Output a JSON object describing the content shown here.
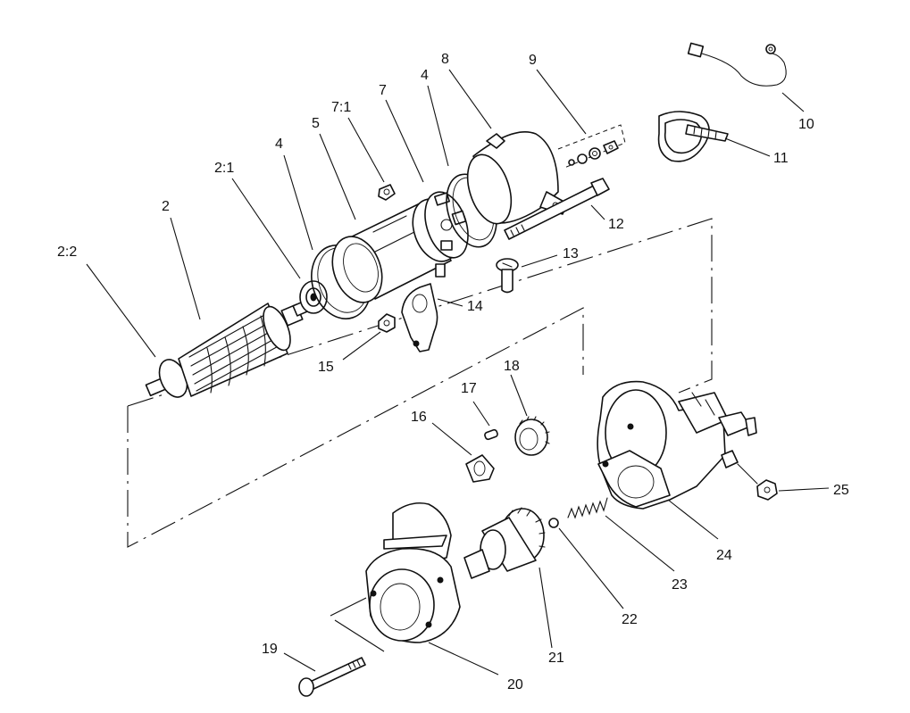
{
  "labels": {
    "l2_2": "2:2",
    "l2": "2",
    "l2_1": "2:1",
    "l4a": "4",
    "l5": "5",
    "l7_1": "7:1",
    "l7": "7",
    "l4b": "4",
    "l8": "8",
    "l9": "9",
    "l10": "10",
    "l11": "11",
    "l12": "12",
    "l13": "13",
    "l14": "14",
    "l15": "15",
    "l16": "16",
    "l17": "17",
    "l18": "18",
    "l19": "19",
    "l20": "20",
    "l21": "21",
    "l22": "22",
    "l23": "23",
    "l24": "24",
    "l25": "25"
  }
}
